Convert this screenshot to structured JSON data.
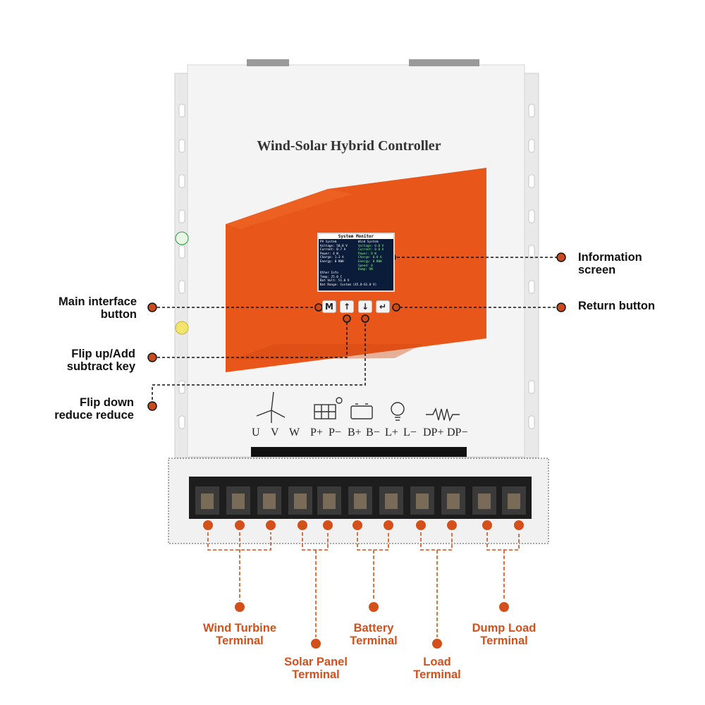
{
  "product": {
    "title": "Wind-Solar Hybrid Controller"
  },
  "screen": {
    "header": "System Monitor",
    "pv": {
      "heading": "PV System",
      "rows": [
        "Voltage: 50.0 V",
        "Current: 0.7 A",
        "Power: 4 W",
        "Charge: 1.3 A",
        "Energy: 0 KWH"
      ]
    },
    "wind": {
      "heading": "Wind System",
      "rows": [
        "Voltage: 0.0 V",
        "Current: 0.0 A",
        "Power: 0 W",
        "Charge: 0.0 A",
        "Energy: 0 KWH",
        "Speed: 0",
        "Dump: ON"
      ]
    },
    "other": {
      "heading": "Other Info",
      "rows": [
        "Temp: 25.0 C",
        "Bat Volt: 51.0 V",
        "Bat Range: Custom (45.0-61.0 V)"
      ]
    }
  },
  "buttons": {
    "main": "M",
    "up": "↑",
    "down": "↓",
    "return": "↵"
  },
  "terminal_labels": [
    "U",
    "V",
    "W",
    "P+",
    "P−",
    "B+",
    "B−",
    "L+",
    "L−",
    "DP+",
    "DP−"
  ],
  "callouts": {
    "info_screen": [
      "Information",
      "screen"
    ],
    "main_button": [
      "Main interface",
      "button"
    ],
    "return_button": "Return button",
    "flip_up": [
      "Flip up/Add",
      "subtract key"
    ],
    "flip_down": [
      "Flip down",
      "reduce reduce"
    ]
  },
  "terminals": {
    "wind": [
      "Wind Turbine",
      "Terminal"
    ],
    "solar": [
      "Solar Panel",
      "Terminal"
    ],
    "battery": [
      "Battery",
      "Terminal"
    ],
    "load": [
      "Load",
      "Terminal"
    ],
    "dump": [
      "Dump Load",
      "Terminal"
    ]
  },
  "colors": {
    "accent_orange": "#e8561a",
    "callout_orange": "#d4501a",
    "body_white": "#f2f2f2"
  }
}
